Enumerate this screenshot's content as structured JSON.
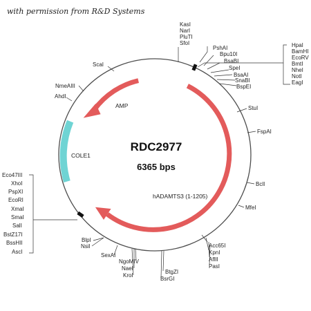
{
  "credit": "with permission from R&D Systems",
  "plasmid": {
    "name": "RDC2977",
    "size": "6365 bps"
  },
  "colors": {
    "backbone": "#4d4d4d",
    "gene": "#e35b5b",
    "gene_light": "#f4a5a5",
    "origin": "#6fd4d4",
    "origin_dark": "#3fb3b3"
  },
  "features": {
    "amp": "AMP",
    "cole1": "COLE1",
    "insert": "hADAMTS3 (1-1205)"
  },
  "sites": {
    "g_top": [
      "KasI",
      "NarI",
      "PluTI",
      "SfoI"
    ],
    "g_psh": [
      "PshAI",
      "Bpu10I",
      "BsaBI",
      "SpeI"
    ],
    "g_right": [
      "HpaI",
      "BamHI",
      "EcoRV",
      "BmtI",
      "NheI",
      "NotI",
      "EagI"
    ],
    "g_bsa": [
      "BsaAI",
      "SnaBI",
      "BspEI"
    ],
    "stu": "StuI",
    "fsp": "FspAI",
    "bcl": "BclI",
    "mfe": "MfeI",
    "g_acc": [
      "Acc65I",
      "KpnI",
      "AflII",
      "PasI"
    ],
    "g_btg": [
      "BtgZI",
      "BsrGI"
    ],
    "g_ngo": [
      "NgoMIV",
      "NaeI",
      "KroI"
    ],
    "sexa": "SexAI",
    "g_blp": [
      "BlpI",
      "NsiI"
    ],
    "g_left": [
      "Eco47III",
      "XhoI",
      "PspXI",
      "EcoRI",
      "XmaI",
      "SmaI",
      "SalI",
      "BstZ17I",
      "BssHII",
      "AscI"
    ],
    "ahd": "AhdI",
    "nmea": "NmeAIII",
    "sca": "ScaI"
  }
}
